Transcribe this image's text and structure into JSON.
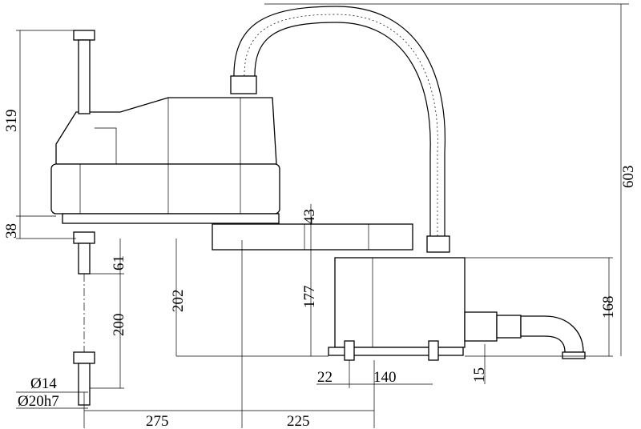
{
  "drawing": {
    "title": "SCARA robot dimension drawing",
    "dimensions": {
      "overall_height": "603",
      "shaft_top": "319",
      "shaft_flange": "38",
      "shaft_lower": "61",
      "stroke": "200",
      "tool_height": "202",
      "arm_offset": "43",
      "arm_to_base": "177",
      "base_height": "168",
      "shaft_dia": "Ø14",
      "bore_dia": "Ø20h7",
      "arm1_length": "275",
      "arm2_length": "225",
      "base_offset": "22",
      "base_hole_pitch": "140",
      "base_plate": "15"
    }
  }
}
